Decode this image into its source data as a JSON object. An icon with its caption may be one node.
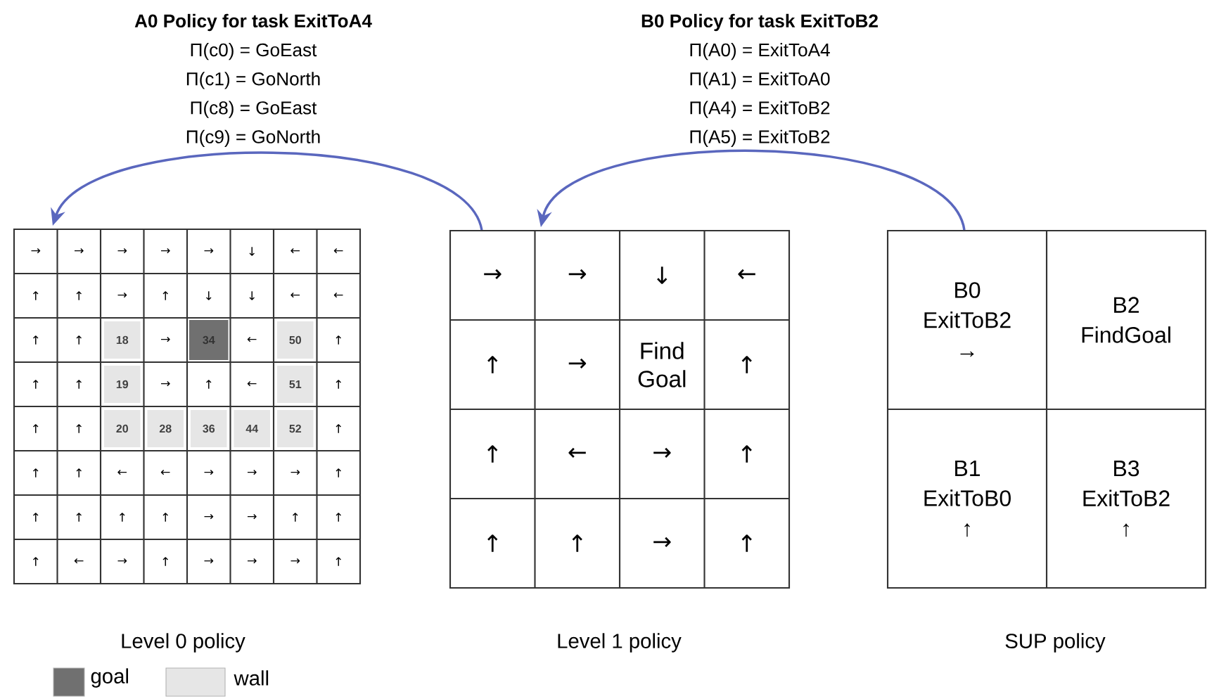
{
  "diagram": {
    "nodes": [
      {
        "text": [],
        "shape": "box",
        "beside": [
          "Level 0 policy"
        ]
      },
      {
        "text": [],
        "shape": "box",
        "beside": [
          "Level 1 policy"
        ]
      },
      {
        "text": [],
        "shape": "box",
        "beside": [
          "SUP policy"
        ]
      }
    ],
    "edges": [
      {
        "from": 1,
        "to": 0,
        "arrow": "to"
      },
      {
        "from": 2,
        "to": 1,
        "arrow": "to"
      }
    ],
    "labels": [
      "A0 Policy for task ExitToA4",
      "Π(c0) = GoEast",
      "Π(c1) = GoNorth",
      "Π(c8) = GoEast",
      "Π(c9) = GoNorth",
      "B0 Policy for task ExitToB2",
      "Π(A0) = ExitToA4",
      "Π(A1) = ExitToA0",
      "Π(A4) = ExitToB2",
      "Π(A5) = ExitToB2",
      "→",
      "→",
      "→",
      "→",
      "→",
      "↓",
      "←",
      "←",
      "↑",
      "↑",
      "→",
      "↑",
      "↓",
      "↓",
      "←",
      "←",
      "↑",
      "↑",
      "18",
      "→",
      "34",
      "←",
      "50",
      "↑",
      "↑",
      "↑",
      "19",
      "→",
      "↑",
      "←",
      "51",
      "↑",
      "↑",
      "↑",
      "20",
      "28",
      "36",
      "44",
      "52",
      "↑",
      "↑",
      "↑",
      "←",
      "←",
      "→",
      "→",
      "→",
      "↑",
      "↑",
      "↑",
      "↑",
      "↑",
      "→",
      "→",
      "↑",
      "↑",
      "↑",
      "←",
      "→",
      "↑",
      "→",
      "→",
      "→",
      "↑",
      "→",
      "→",
      "↓",
      "←",
      "↑",
      "→",
      "Find Goal",
      "↑",
      "↑",
      "←",
      "→",
      "↑",
      "↑",
      "↑",
      "→",
      "↑",
      "B0 ExitToB2 →",
      "B2 FindGoal",
      "B1 ExitToB0 ↑",
      "B3 ExitToB2 ↑"
    ],
    "legend": [
      {
        "text": "goal",
        "color": "#707070"
      },
      {
        "text": "wall",
        "color": "#e6e6e6"
      }
    ]
  }
}
